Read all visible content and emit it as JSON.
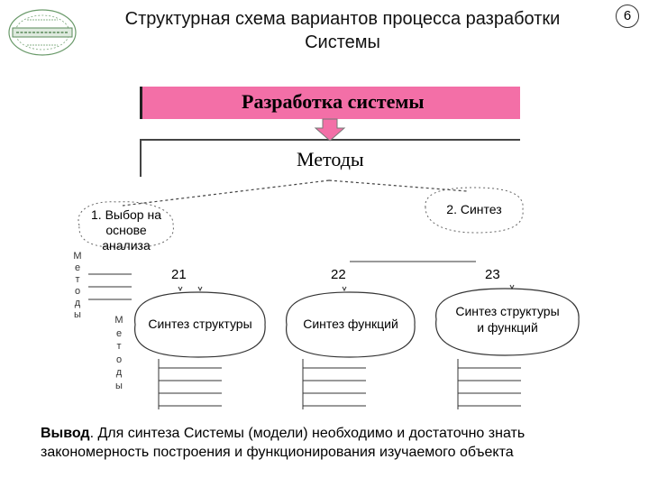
{
  "title": "Структурная схема вариантов процесса разработки Системы",
  "page_number": "6",
  "diagram": {
    "top_box": "Разработка системы",
    "methods_box": "Методы",
    "node_choice": "1. Выбор на основе анализа",
    "node_synthesis": "2. Синтез",
    "branch_numbers": [
      "21",
      "22",
      "23"
    ],
    "branch_labels": [
      "Синтез структуры",
      "Синтез функций",
      "Синтез структуры и функций"
    ],
    "vertical_label_left": [
      "М",
      "е",
      "т",
      "о",
      "д",
      "ы"
    ],
    "vertical_label_inner": [
      "М",
      "е",
      "т",
      "о",
      "д",
      "ы"
    ]
  },
  "conclusion": {
    "bold": "Вывод",
    "text": ". Для синтеза Системы (модели) необходимо и достаточно знать закономерность построения и функционирования изучаемого объекта"
  },
  "colors": {
    "banner_fill": "#f36fa7",
    "arrow_fill": "#f36fa7"
  }
}
